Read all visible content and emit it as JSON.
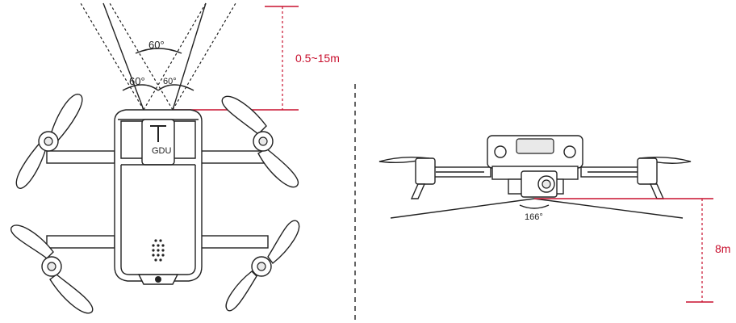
{
  "colors": {
    "line": "#222222",
    "measure": "#c8102e",
    "background": "#ffffff"
  },
  "top_view": {
    "angle_total": "60°",
    "angle_left": "60°",
    "angle_right": "60°",
    "height_range": "0.5~15m",
    "logo_text": "GDU"
  },
  "side_view": {
    "angle": "166°",
    "height": "8m"
  }
}
